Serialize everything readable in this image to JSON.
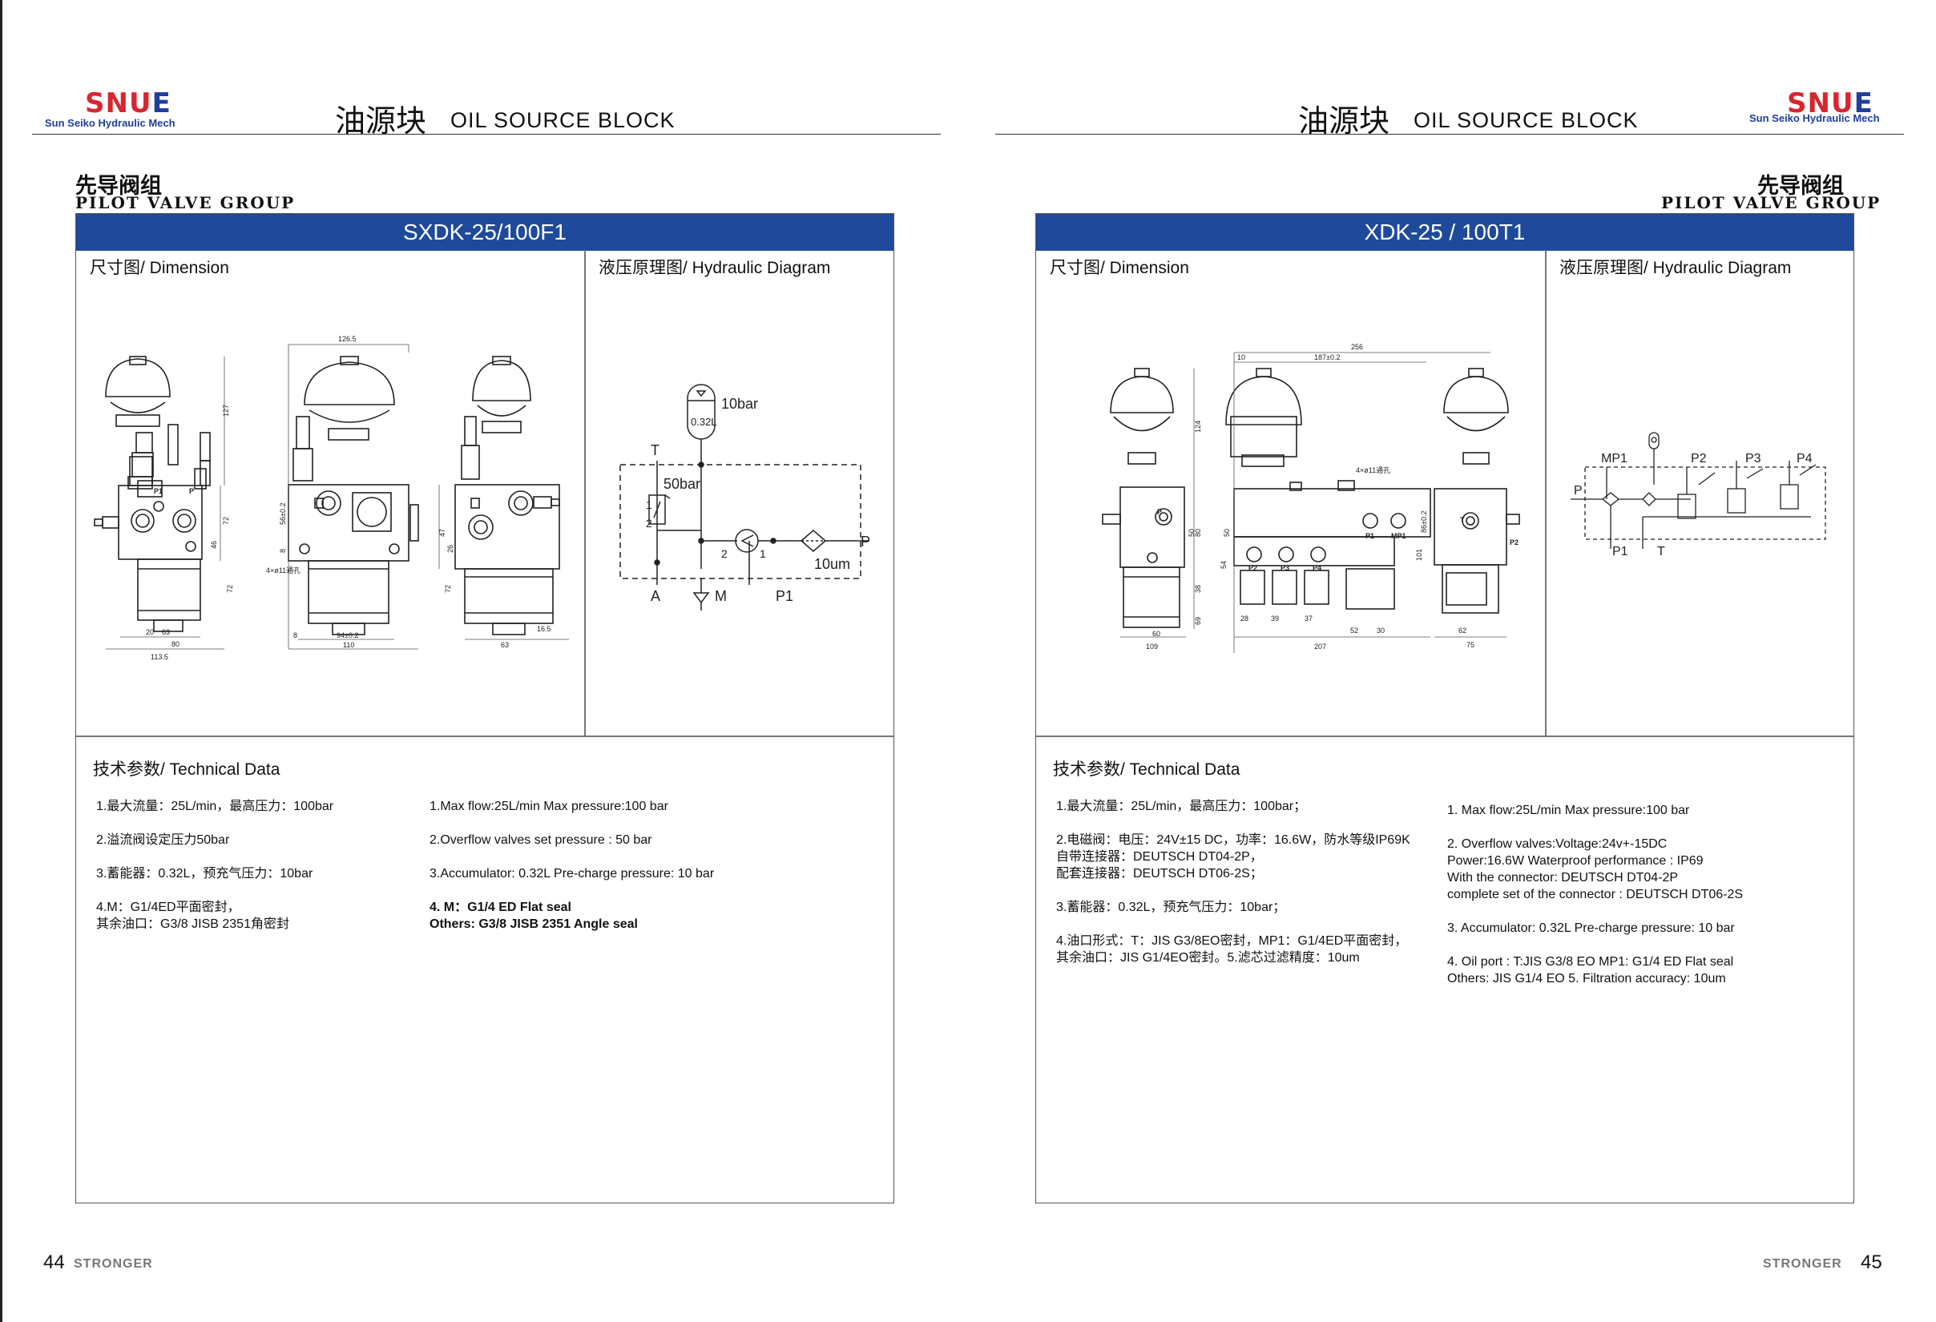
{
  "brand": {
    "logo_text": "SNUE",
    "company": "Sun Seiko Hydraulic Mech",
    "logo_colors": {
      "red": "#d8262e",
      "blue": "#1f3f9a"
    }
  },
  "header": {
    "title_cn": "油源块",
    "title_en": "OIL SOURCE BLOCK"
  },
  "section": {
    "title_cn": "先导阀组",
    "title_en": "PILOT VALVE GROUP"
  },
  "accent_color": "#1f4a9b",
  "left_page": {
    "model": "SXDK-25/100F1",
    "dimension_label": "尺寸图/ Dimension",
    "hydraulic_label": "液压原理图/ Hydraulic Diagram",
    "tech_title": "技术参数/ Technical Data",
    "tech_cn": [
      "1.最大流量：25L/min，最高压力：100bar",
      "2.溢流阀设定压力50bar",
      "3.蓄能器：0.32L，预充气压力：10bar",
      "4.M：G1/4ED平面密封，\n其余油口：G3/8 JISB 2351角密封"
    ],
    "tech_en": [
      "1.Max flow:25L/min   Max pressure:100 bar",
      "2.Overflow valves set pressure : 50 bar",
      "3.Accumulator: 0.32L   Pre-charge pressure: 10 bar",
      "4. M：G1/4 ED Flat seal\n Others: G3/8 JISB  2351 Angle seal"
    ],
    "page_number": "44",
    "footer_word": "STRONGER",
    "diagram_labels": {
      "acc_volume": "0.32L",
      "acc_pressure": "10bar",
      "relief": "50bar",
      "filter": "10um",
      "port_t": "T",
      "port_a": "A",
      "port_m": "M",
      "port_p1": "P1",
      "port_p": "P",
      "n1": "1",
      "n2": "2",
      "n1b": "1",
      "n2b": "2"
    },
    "drawing_dims": [
      "127",
      "126.5",
      "72",
      "46",
      "72",
      "56±0.2",
      "8",
      "47",
      "26",
      "72",
      "20",
      "63",
      "80",
      "113.5",
      "8",
      "94±0.2",
      "110",
      "63",
      "16.5",
      "4×ø11通孔"
    ],
    "drawing_ports": [
      "P1",
      "P"
    ]
  },
  "right_page": {
    "model": "XDK-25 / 100T1",
    "dimension_label": "尺寸图/ Dimension",
    "hydraulic_label": "液压原理图/ Hydraulic Diagram",
    "tech_title": "技术参数/ Technical Data",
    "tech_cn": [
      "1.最大流量：25L/min，最高压力：100bar；",
      "2.电磁阀：电压：24V±15  DC，功率：16.6W，防水等级IP69K\n自带连接器：DEUTSCH DT04-2P，\n配套连接器：DEUTSCH DT06-2S；",
      "3.蓄能器：0.32L，预充气压力：10bar；",
      "4.油口形式：T：JIS G3/8EO密封，MP1：G1/4ED平面密封，\n其余油口：JIS G1/4EO密封。5.滤芯过滤精度：10um"
    ],
    "tech_en": [
      "1. Max flow:25L/min    Max pressure:100 bar",
      "2. Overflow valves:Voltage:24v+-15DC\nPower:16.6W  Waterproof performance : IP69\nWith the connector: DEUTSCH DT04-2P\ncomplete set of the connector : DEUTSCH DT06-2S",
      "3. Accumulator: 0.32L    Pre-charge pressure: 10 bar",
      "4. Oil port : T:JIS  G3/8 EO  MP1: G1/4 ED Flat seal\n Others:  JIS  G1/4 EO    5. Filtration accuracy: 10um"
    ],
    "page_number": "45",
    "footer_word": "STRONGER",
    "diagram_labels": {
      "mp1": "MP1",
      "p": "P",
      "p1": "P1",
      "t": "T",
      "p2": "P2",
      "p3": "P3",
      "p4": "P4"
    },
    "drawing_dims": [
      "256",
      "187±0.2",
      "10",
      "124",
      "50",
      "50",
      "80",
      "38",
      "69",
      "54",
      "109",
      "60",
      "28",
      "39",
      "37",
      "207",
      "52",
      "30",
      "62",
      "75",
      "4×ø11通孔",
      "86±0.2",
      "101"
    ],
    "drawing_ports": [
      "P2",
      "P3",
      "P4",
      "P1",
      "MP1",
      "T",
      "P",
      "P2"
    ]
  }
}
